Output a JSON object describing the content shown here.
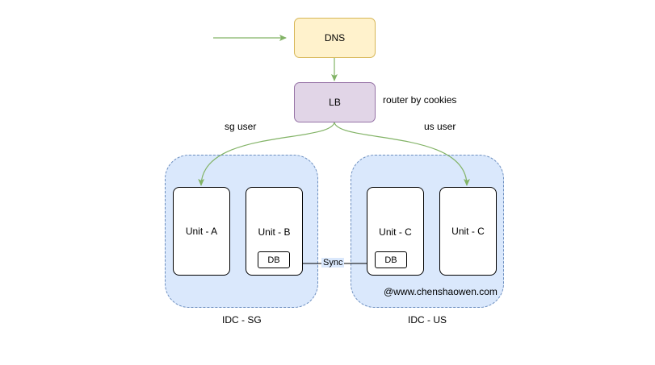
{
  "nodes": {
    "dns": "DNS",
    "lb": "LB",
    "unit_a": "Unit - A",
    "unit_b": "Unit - B",
    "unit_c1": "Unit - C",
    "unit_c2": "Unit - C",
    "db_sg": "DB",
    "db_us": "DB"
  },
  "groups": {
    "idc_sg": "IDC - SG",
    "idc_us": "IDC - US"
  },
  "edge_labels": {
    "router": "router  by cookies",
    "sg_user": "sg user",
    "us_user": "us user",
    "sync": "Sync"
  },
  "watermark": "@www.chenshaowen.com",
  "colors": {
    "dns_fill": "#fff2cc",
    "dns_stroke": "#d6b656",
    "lb_fill": "#e1d5e7",
    "lb_stroke": "#9673a6",
    "idc_fill": "#dae8fc",
    "idc_stroke": "#6c8ebf",
    "arrow_green": "#82b366"
  }
}
